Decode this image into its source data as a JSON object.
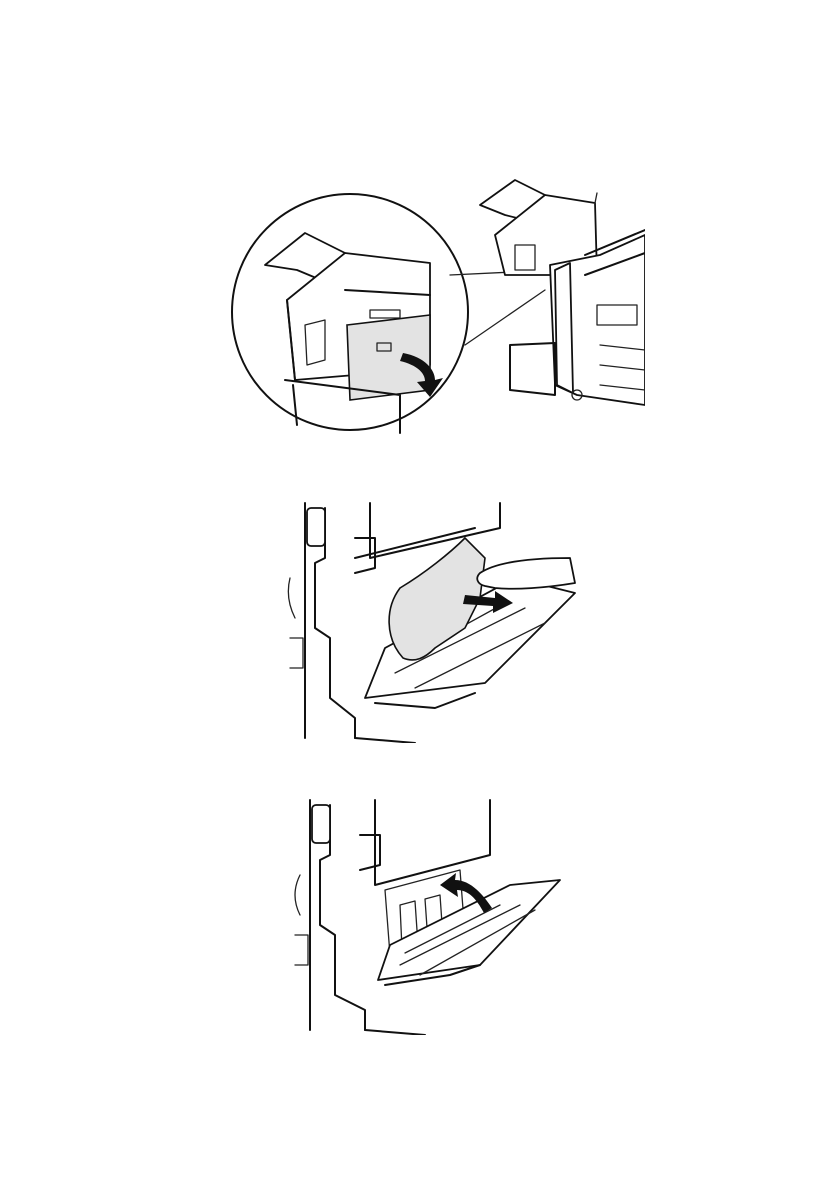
{
  "page": {
    "kind": "printer-manual-illustration-page",
    "text": ""
  },
  "figures": [
    {
      "id": "fig-1",
      "icon": "finisher-side-cover-open-illustration"
    },
    {
      "id": "fig-2",
      "icon": "remove-jammed-paper-illustration"
    },
    {
      "id": "fig-3",
      "icon": "close-side-cover-illustration"
    }
  ],
  "colors": {
    "line": "#111111",
    "paper_fill": "#e3e3e3",
    "background": "#ffffff"
  }
}
